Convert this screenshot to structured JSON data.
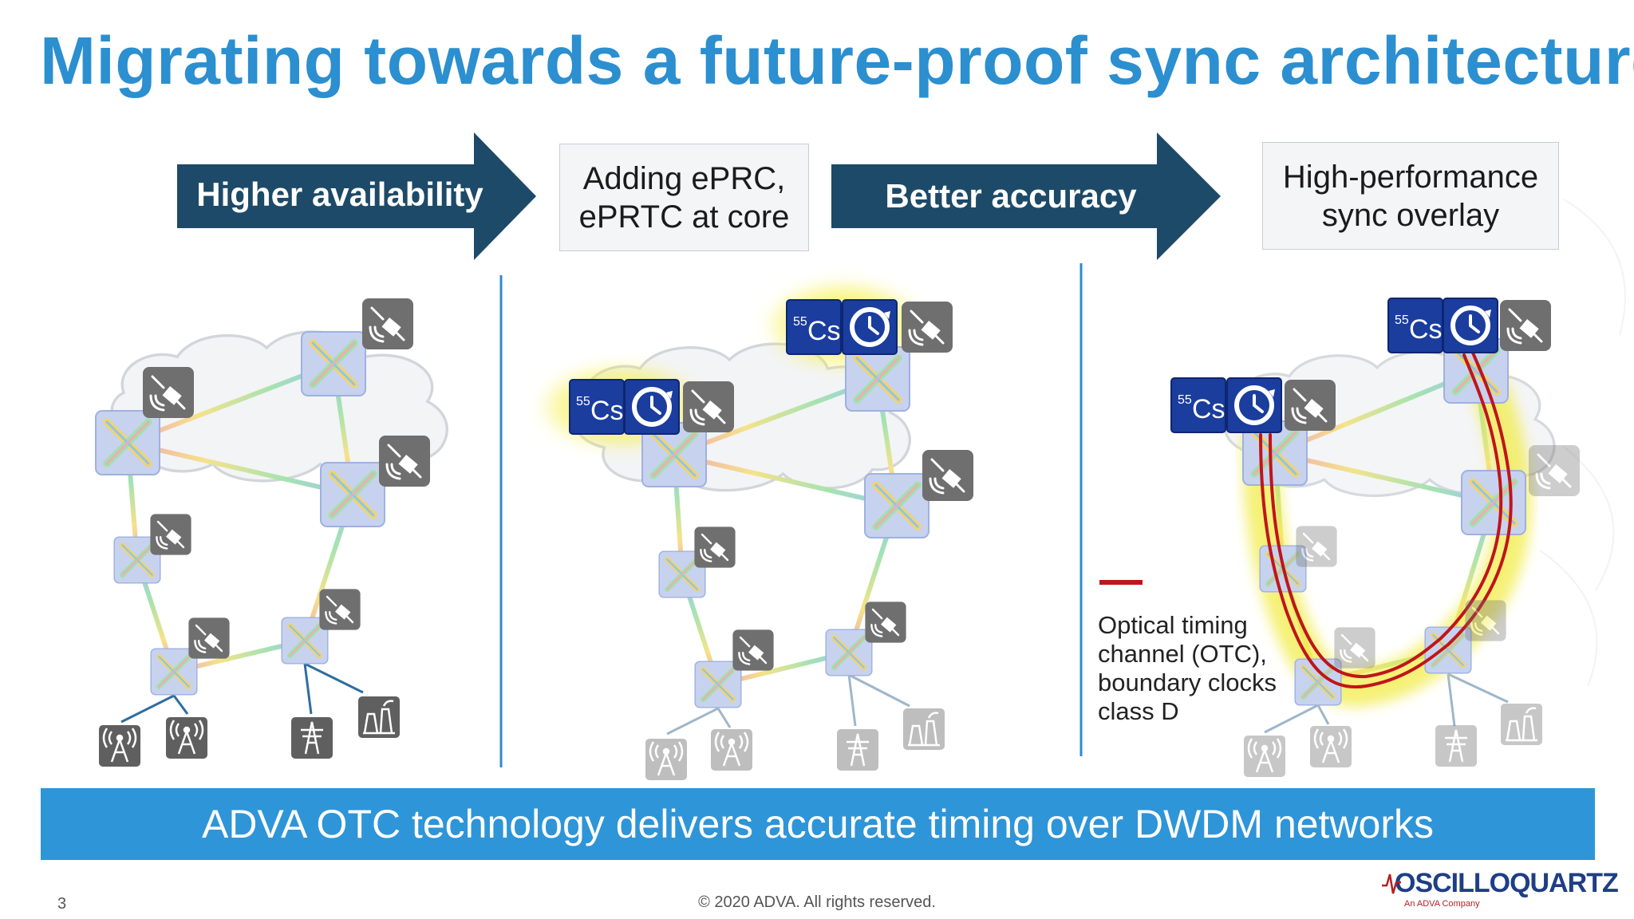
{
  "slide": {
    "title": "Migrating towards a future-proof sync architecture",
    "arrow1_label": "Higher availability",
    "box1_line1": "Adding ePRC,",
    "box1_line2": "ePRTC at core",
    "arrow2_label": "Better accuracy",
    "box2_line1": "High-performance",
    "box2_line2": "sync overlay",
    "cs_label": "55Cs",
    "legend": {
      "line1": "Optical timing",
      "line2": "channel (OTC),",
      "line3": "boundary clocks",
      "line4": "class D",
      "line_color": "#c0151a"
    },
    "banner": "ADVA OTC technology delivers accurate timing over DWDM networks",
    "page_number": "3",
    "copyright": "© 2020 ADVA. All rights reserved.",
    "logo_name": "OSCILLOQUARTZ",
    "logo_tagline": "An ADVA Company"
  },
  "colors": {
    "title": "#2b8fd0",
    "arrow": "#1d4a68",
    "banner": "#2e95d8",
    "node_fill": "#c7d2ef",
    "cs_fill": "#1a3d9e",
    "gps_fill": "#6f6f6f",
    "otc_line": "#c0151a",
    "glow": "#f4ef4a"
  },
  "icons": [
    "gps-satellite-icon",
    "cesium-clock-icon",
    "eprtc-clock-icon",
    "optical-switch-icon",
    "cell-tower-icon",
    "power-pylon-icon",
    "power-plant-icon",
    "cloud-icon"
  ]
}
